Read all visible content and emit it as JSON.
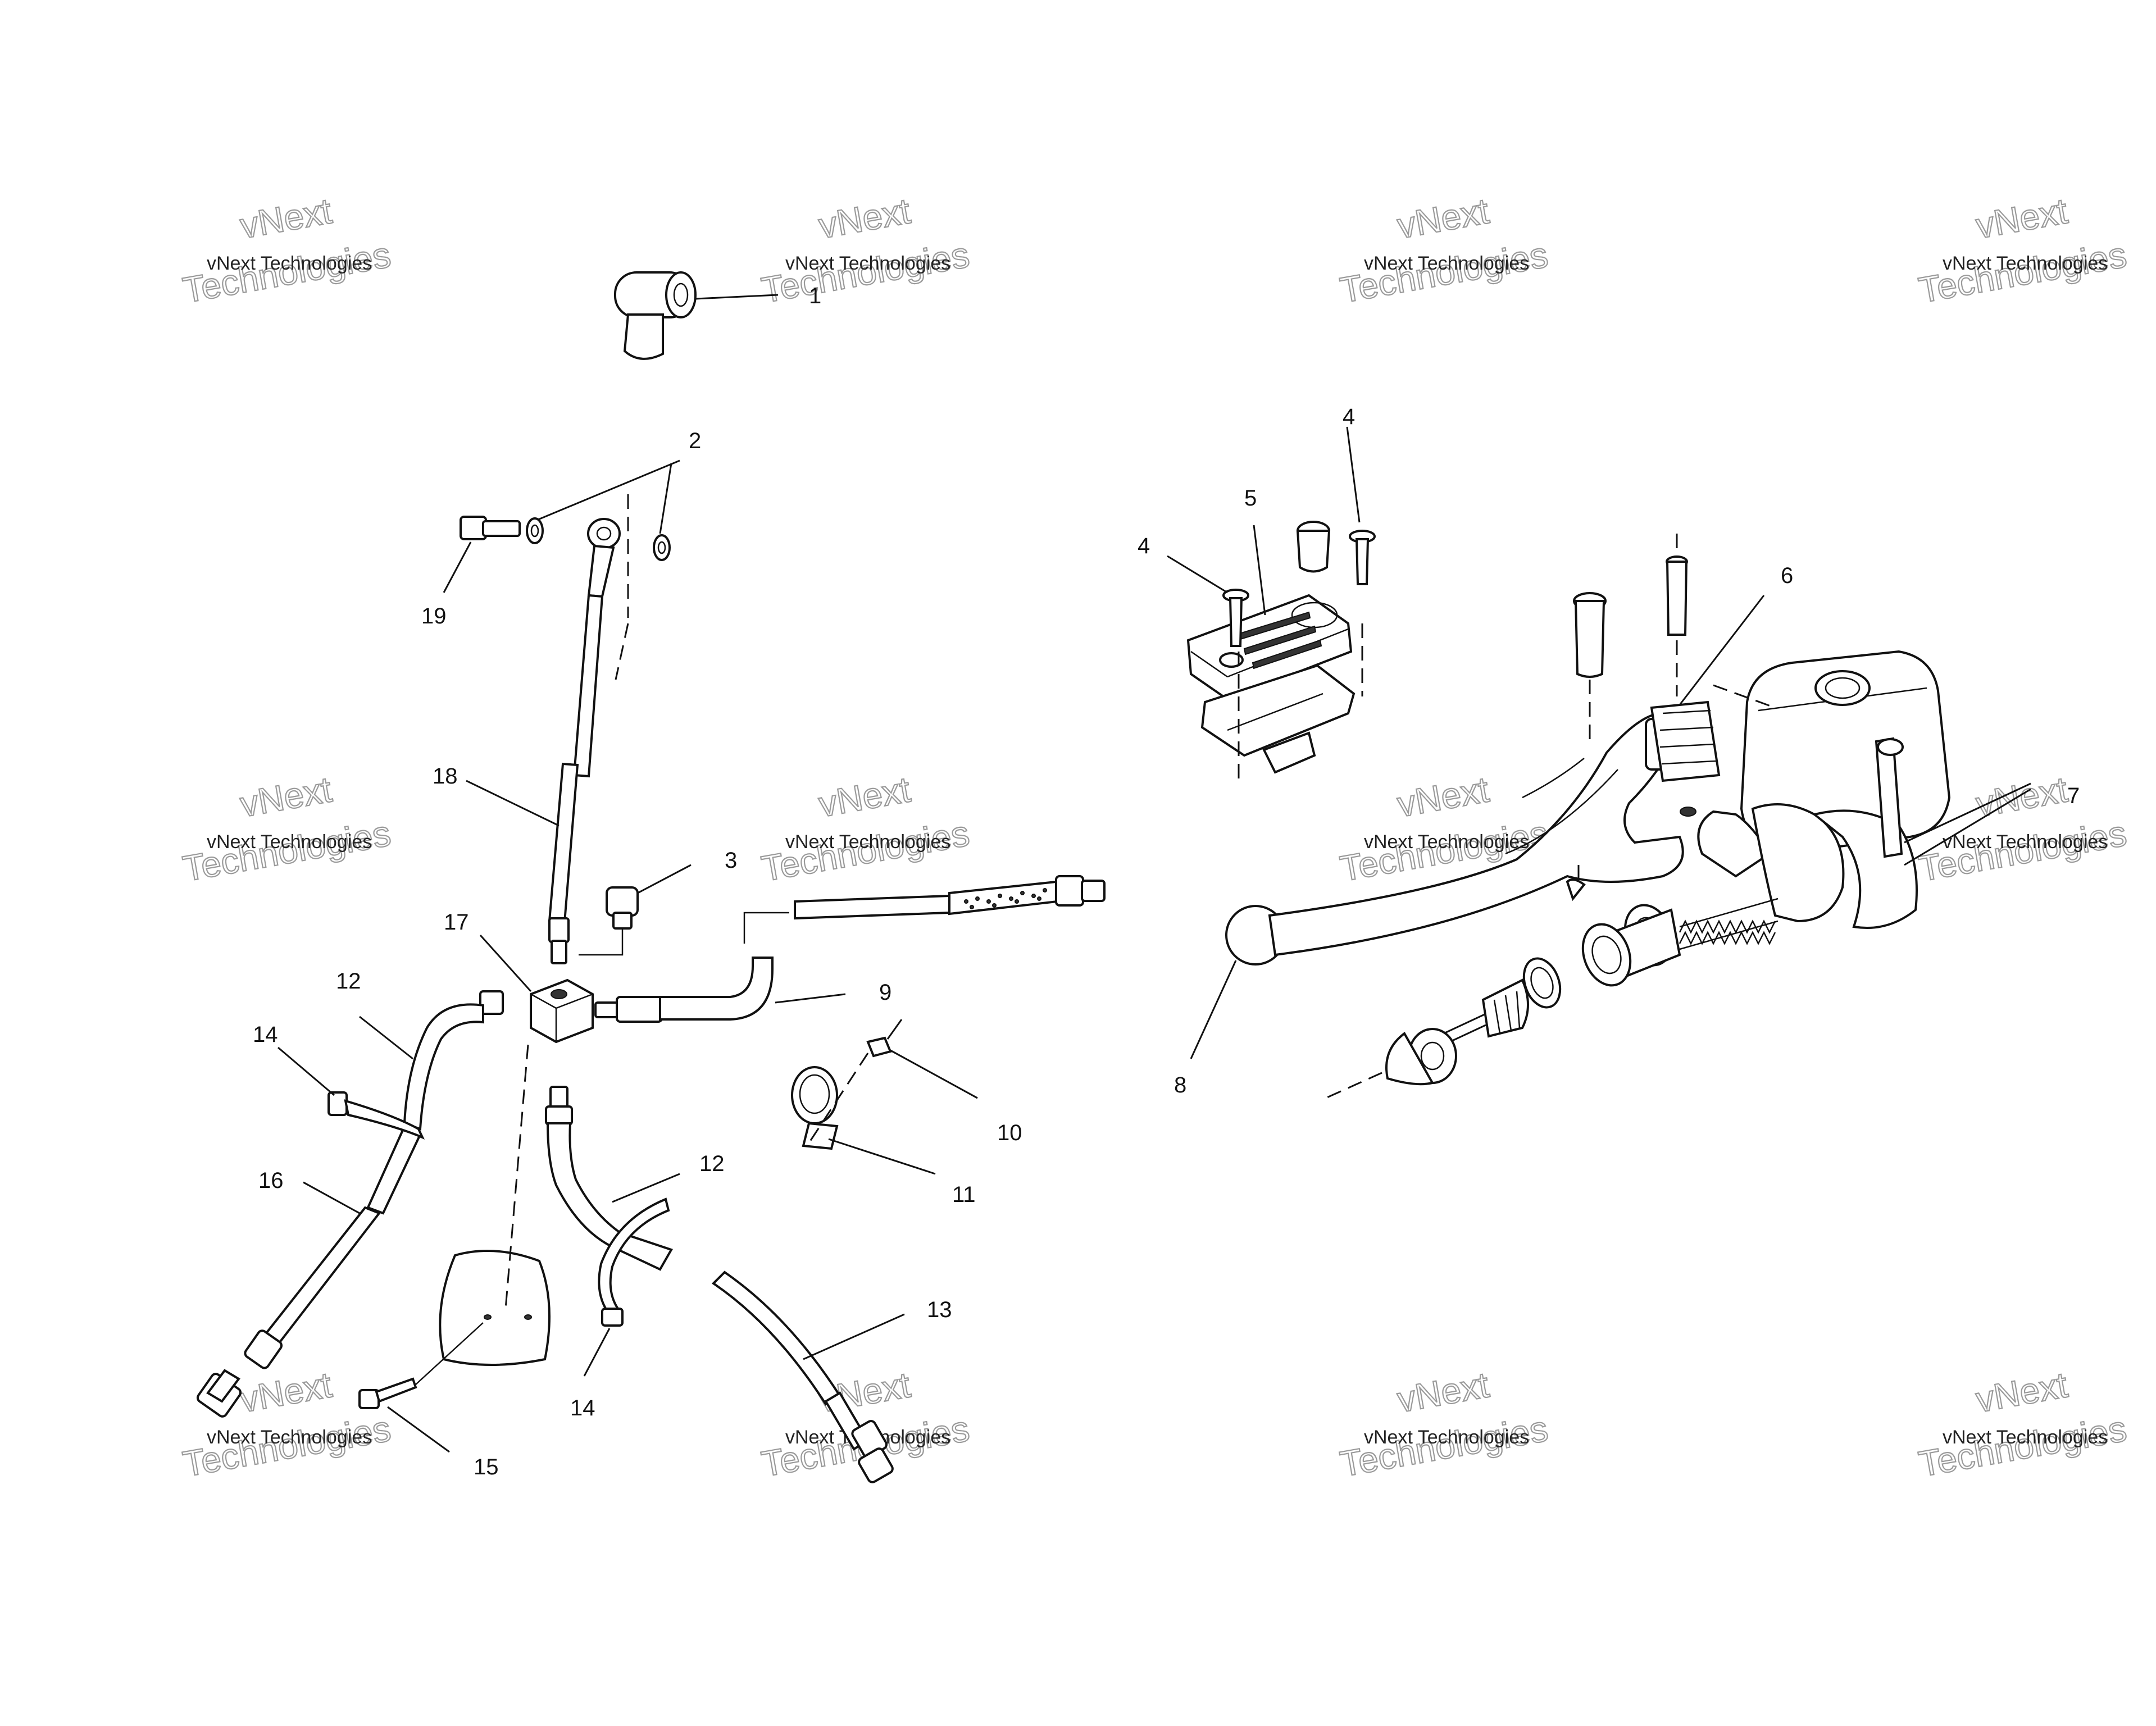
{
  "watermark": {
    "line1": "vNext Technologies",
    "line2": "vNext",
    "line3": "Technologies"
  },
  "callouts": [
    "1",
    "2",
    "3",
    "4",
    "4",
    "5",
    "6",
    "7",
    "8",
    "9",
    "10",
    "11",
    "12",
    "12",
    "13",
    "14",
    "14",
    "15",
    "16",
    "17",
    "18",
    "19"
  ]
}
